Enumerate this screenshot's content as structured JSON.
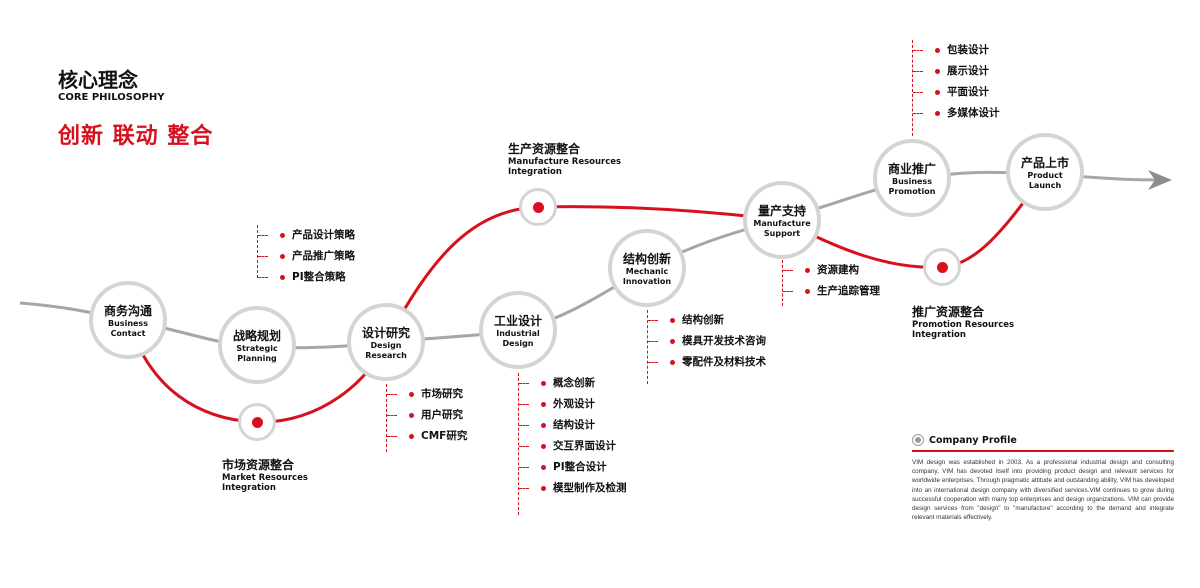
{
  "header": {
    "title_cn": "核心理念",
    "title_en": "CORE PHILOSOPHY",
    "slogan": "创新 联动 整合"
  },
  "nodes": [
    {
      "cn": "商务沟通",
      "en1": "Business",
      "en2": "Contact"
    },
    {
      "cn": "战略规划",
      "en1": "Strategic",
      "en2": "Planning"
    },
    {
      "cn": "设计研究",
      "en1": "Design",
      "en2": "Research"
    },
    {
      "cn": "工业设计",
      "en1": "Industrial",
      "en2": "Design"
    },
    {
      "cn": "结构创新",
      "en1": "Mechanic",
      "en2": "Innovation"
    },
    {
      "cn": "量产支持",
      "en1": "Manufacture",
      "en2": "Support"
    },
    {
      "cn": "商业推广",
      "en1": "Business",
      "en2": "Promotion"
    },
    {
      "cn": "产品上市",
      "en1": "Product",
      "en2": "Launch"
    }
  ],
  "resources": [
    {
      "cn": "市场资源整合",
      "en1": "Market Resources",
      "en2": "Integration"
    },
    {
      "cn": "生产资源整合",
      "en1": "Manufacture Resources",
      "en2": "Integration"
    },
    {
      "cn": "推广资源整合",
      "en1": "Promotion Resources",
      "en2": "Integration"
    }
  ],
  "sublists": {
    "strategy": [
      "产品设计策略",
      "产品推广策略",
      "PI整合策略"
    ],
    "research": [
      "市场研究",
      "用户研究",
      "CMF研究"
    ],
    "industrial": [
      "概念创新",
      "外观设计",
      "结构设计",
      "交互界面设计",
      "PI整合设计",
      "模型制作及检测"
    ],
    "mechanic": [
      "结构创新",
      "模具开发技术咨询",
      "零配件及材料技术"
    ],
    "support": [
      "资源建构",
      "生产追踪管理"
    ],
    "promotion": [
      "包装设计",
      "展示设计",
      "平面设计",
      "多媒体设计"
    ]
  },
  "profile": {
    "title": "Company Profile",
    "text": "VIM design was established in 2003. As a professional industrial design and consulting company, VIM has devoted itself into providing product design and relevant services for worldwide enterprises. Through pragmatic attitude and outstanding ability, VIM has developed into an international design company with diversified services.VIM continues to grow during successful cooperation with many top enterprises and design organizations. VIM can provide design services from \"design\" to \"manufacture\" according to the demand and integrate relevant materials effectively."
  },
  "colors": {
    "accent": "#d7101d",
    "line": "#a6a6a6"
  }
}
